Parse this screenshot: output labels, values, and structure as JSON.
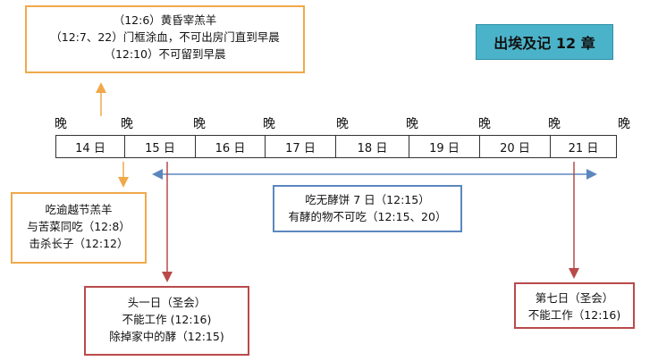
{
  "title": "出埃及记 12 章",
  "evening_label": "晚",
  "days": [
    "14 日",
    "15 日",
    "16 日",
    "17 日",
    "18 日",
    "19 日",
    "20 日",
    "21 日"
  ],
  "passover_prep": {
    "lines": [
      "（12:6）黄昏宰羔羊",
      "（12:7、22）门框涂血，不可出房门直到早晨",
      "（12:10）不可留到早晨"
    ]
  },
  "passover_eat": {
    "lines": [
      "吃逾越节羔羊",
      "与苦菜同吃（12:8）",
      "击杀长子（12:12）"
    ]
  },
  "unleavened": {
    "lines": [
      "吃无酵饼 7 日（12:15）",
      "有酵的物不可吃（12:15、20）"
    ]
  },
  "day_one": {
    "lines": [
      "头一日（圣会）",
      "不能工作 (12:16)",
      "除掉家中的酵（12:15)"
    ]
  },
  "day_seven": {
    "lines": [
      "第七日（圣会）",
      "不能工作（12:16)"
    ]
  },
  "colors": {
    "orange": "#f0a94a",
    "blue": "#5b87be",
    "red": "#b94a4a",
    "title_bg": "#4bb3c9"
  }
}
